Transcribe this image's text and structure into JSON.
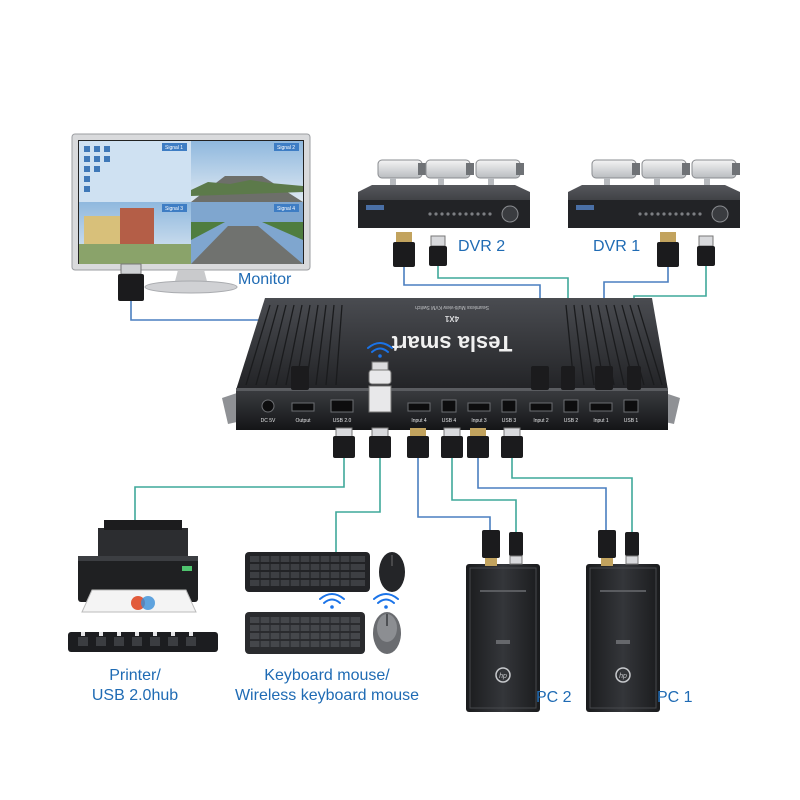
{
  "switch": {
    "brand": "Tesla smart",
    "model": "4X1",
    "subtitle": "Seamless Multi-view KVM Switch",
    "ports": [
      "DC 5V",
      "Output",
      "USB 2.0",
      "",
      "Input 4",
      "USB 4",
      "Input 3",
      "USB 3",
      "Input 2",
      "USB 2",
      "Input 1",
      "USB 1"
    ]
  },
  "devices": {
    "monitor": "Monitor",
    "dvr2": "DVR 2",
    "dvr1": "DVR 1",
    "printer_line1": "Printer/",
    "printer_line2": "USB 2.0hub",
    "kbd_line1": "Keyboard mouse/",
    "kbd_line2": "Wireless keyboard mouse",
    "pc2": "PC 2",
    "pc1": "PC 1"
  },
  "monitor_screen": {
    "signal_1": "Signal 1",
    "signal_2": "Signal 2",
    "signal_3": "Signal 3",
    "signal_4": "Signal 4"
  },
  "colors": {
    "label_blue": "#1f6bb4",
    "cable_green": "#3fa89a",
    "cable_blue": "#4a7fc0",
    "switch_body": "#2d2f33",
    "icon_blue": "#1a73e8"
  },
  "icons": [
    "usb-plug-icon",
    "hdmi-plug-icon",
    "wireless-signal-icon",
    "hp-logo-icon"
  ]
}
